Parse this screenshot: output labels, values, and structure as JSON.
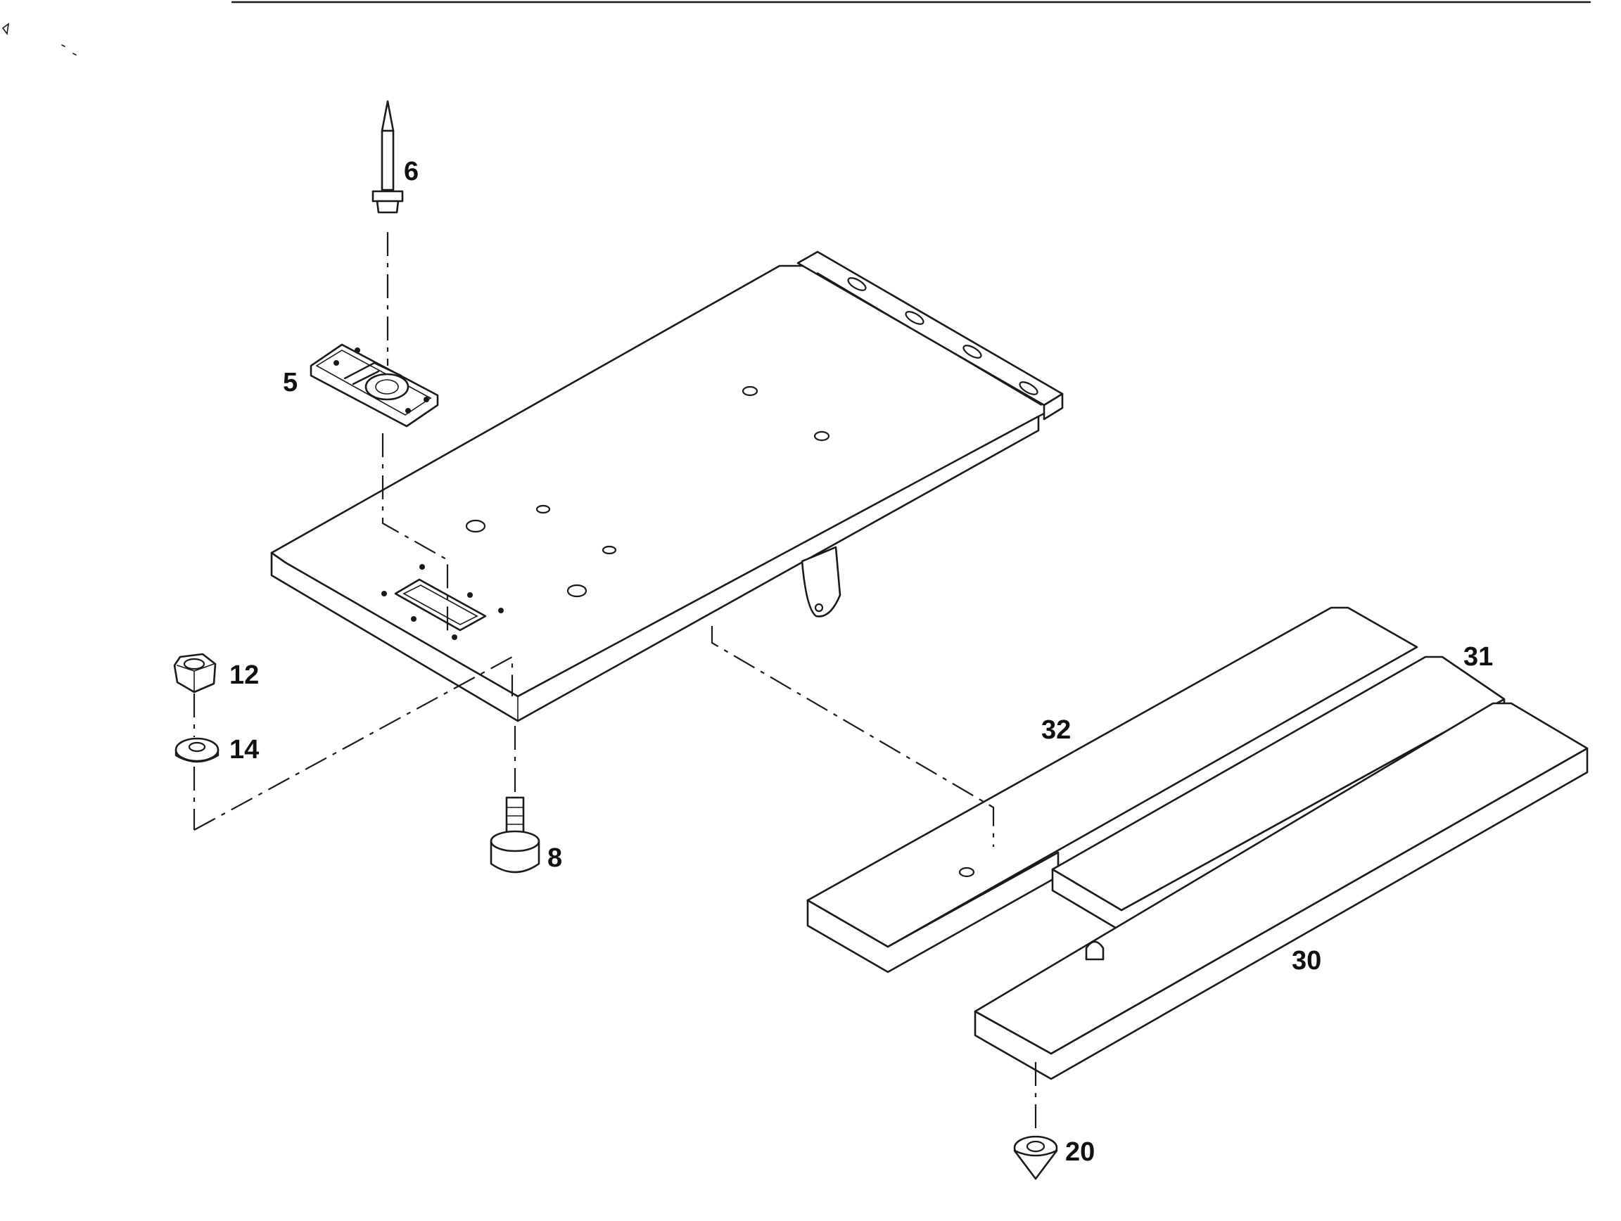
{
  "diagram": {
    "callouts": {
      "c6": "6",
      "c5": "5",
      "c12": "12",
      "c14": "14",
      "c8": "8",
      "c31": "31",
      "c32": "32",
      "c30": "30",
      "c20": "20"
    }
  }
}
